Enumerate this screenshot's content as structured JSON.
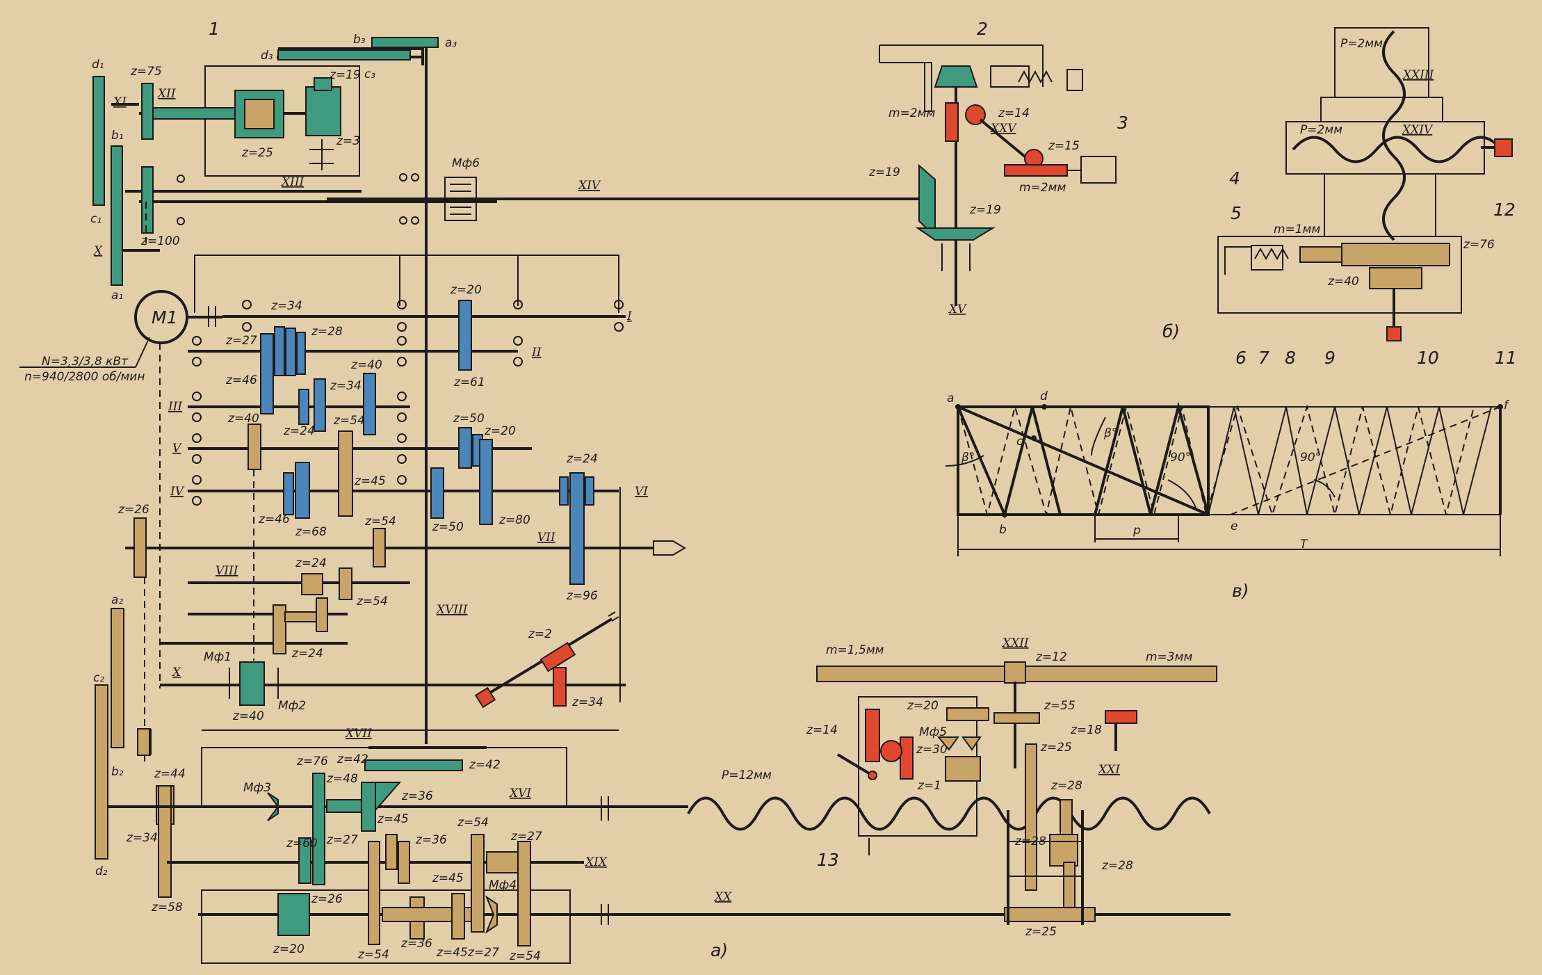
{
  "colors": {
    "background": "#e3ceaa",
    "green": "#3f9a7f",
    "blue": "#4b86bb",
    "tan": "#c8a468",
    "red": "#e0472f",
    "line": "#1f1a17"
  },
  "a": {
    "motor": "M1",
    "power": "N=3,3/3,8 кВт",
    "speed": "n=940/2800 об/мин",
    "shafts": {
      "I": "I",
      "II": "II",
      "III": "III",
      "IV": "IV",
      "V": "V",
      "VI": "VI",
      "VII": "VII",
      "VIII": "VIII",
      "X": "X",
      "Xb": "X",
      "XI": "XI",
      "XII": "XII",
      "XIII": "XIII",
      "XIV": "XIV",
      "XVI": "XVI",
      "XVII": "XVII",
      "XVIII": "XVIII",
      "XIX": "XIX",
      "XX": "XX",
      "XXI": "XXI",
      "XXII": "XXII"
    },
    "gears": {
      "z75": "z=75",
      "z19a": "z=19",
      "z3": "z=3",
      "z25a": "z=25",
      "z100": "z=100",
      "z34a": "z=34",
      "z28a": "z=28",
      "z27": "z=27",
      "z46a": "z=46",
      "z40a": "z=40",
      "z34b": "z=34",
      "z40b": "z=40",
      "z24a": "z=24",
      "z54a": "z=54",
      "z45a": "z=45",
      "z46b": "z=46",
      "z68": "z=68",
      "z20a": "z=20",
      "z61": "z=61",
      "z50a": "z=50",
      "z20b": "z=20",
      "z50b": "z=50",
      "z80": "z=80",
      "z24b": "z=24",
      "z96": "z=96",
      "z26a": "z=26",
      "z54b": "z=54",
      "z24c": "z=24",
      "z54c": "z=54",
      "z24d": "z=24",
      "z2": "z=2",
      "z34c": "z=34",
      "z40c": "z=40",
      "z44": "z=44",
      "z34d": "z=34",
      "z58": "z=58",
      "z76": "z=76",
      "z42a": "z=42",
      "z48": "z=48",
      "z42b": "z=42",
      "z36a": "z=36",
      "z60": "z=60",
      "z26b": "z=26",
      "z20c": "z=20",
      "z27b": "z=27",
      "z45b": "z=45",
      "z36b": "z=36",
      "z54d": "z=54",
      "z27c": "z=27",
      "z45c": "z=45",
      "z54e": "z=54",
      "z36c": "z=36",
      "z45d": "z=45",
      "z27d": "z=27",
      "z54f": "z=54",
      "z12": "z=12",
      "z20d": "z=20",
      "z55": "z=55",
      "z18": "z=18",
      "z14a": "z=14",
      "z30": "z=30",
      "z25b": "z=25",
      "z1": "z=1",
      "z28b": "z=28",
      "z28c": "z=28",
      "z28d": "z=28",
      "z25c": "z=25"
    },
    "letters": {
      "d1": "d₁",
      "b1": "b₁",
      "c1": "c₁",
      "a1": "a₁",
      "a2": "a₂",
      "c2": "c₂",
      "b2": "b₂",
      "d2": "d₂",
      "a3": "a₃",
      "b3": "b₃",
      "c3": "c₃",
      "d3": "d₃"
    },
    "couplings": {
      "mf1": "Мф1",
      "mf2": "Мф2",
      "mf3": "Мф3",
      "mf4": "Мф4",
      "mf5": "Мф5",
      "mf6": "Мф6"
    },
    "modules": {
      "m15": "m=1,5мм",
      "m3": "m=3мм"
    },
    "pitch": "P=12мм",
    "callouts": {
      "n1": "1",
      "n13": "13"
    },
    "caption": "а)"
  },
  "top": {
    "m2a": "m=2мм",
    "z14": "z=14",
    "z15": "z=15",
    "m2b": "m=2мм",
    "z19a": "z=19",
    "z19b": "z=19",
    "XXV": "XXV",
    "XV": "XV",
    "n2": "2",
    "n3": "3"
  },
  "b": {
    "p1": "P=2мм",
    "p2": "P=2мм",
    "XXIII": "XXIII",
    "XXIV": "XXIV",
    "m1": "m=1мм",
    "z76": "z=76",
    "z40": "z=40",
    "nums": [
      "4",
      "5",
      "6",
      "7",
      "8",
      "9",
      "10",
      "11",
      "12"
    ],
    "caption": "б)"
  },
  "c": {
    "points": {
      "a": "a",
      "d": "d",
      "c": "c",
      "b": "b",
      "e": "e",
      "f": "f"
    },
    "beta1": "β°",
    "beta2": "β°",
    "ang1": "90°",
    "ang2": "90°",
    "p": "p",
    "T": "T",
    "caption": "в)"
  }
}
